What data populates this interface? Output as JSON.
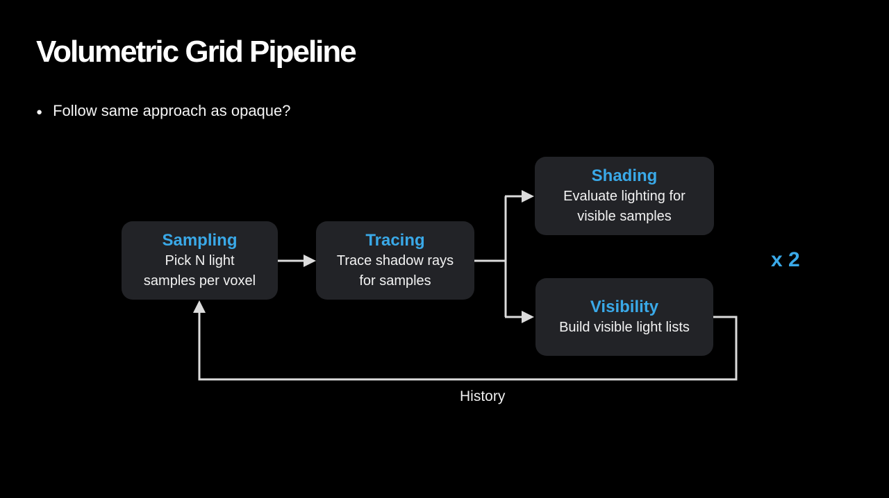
{
  "slide": {
    "title": "Volumetric Grid Pipeline",
    "bullet": {
      "glyph": "●",
      "text": "Follow same approach as opaque?"
    }
  },
  "diagram": {
    "nodes": [
      {
        "id": "sampling",
        "title": "Sampling",
        "body": "Pick N light\nsamples per voxel"
      },
      {
        "id": "tracing",
        "title": "Tracing",
        "body": "Trace shadow rays\nfor samples"
      },
      {
        "id": "shading",
        "title": "Shading",
        "body": "Evaluate lighting for\nvisible samples"
      },
      {
        "id": "visibility",
        "title": "Visibility",
        "body": "Build visible light lists"
      }
    ],
    "edges": [
      {
        "from": "sampling",
        "to": "tracing"
      },
      {
        "from": "tracing",
        "to": "shading"
      },
      {
        "from": "tracing",
        "to": "visibility"
      },
      {
        "from": "visibility",
        "to": "sampling",
        "label": "History"
      }
    ],
    "multiplier_label": "x 2",
    "history_label": "History"
  },
  "colors": {
    "background": "#000000",
    "box_bg": "#222327",
    "accent_blue": "#3aa9e8",
    "text_primary": "#f2f2f2",
    "connector": "#dcdcdc"
  }
}
